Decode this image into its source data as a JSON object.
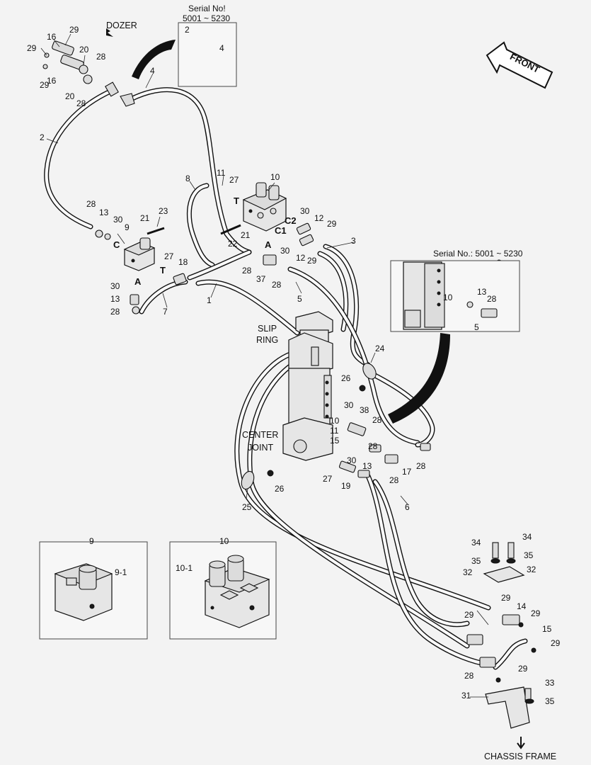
{
  "captions": {
    "dozer": "DOZER",
    "front": "FRONT",
    "slip_ring": [
      "SLIP",
      "RING"
    ],
    "center_joint": [
      "CENTER",
      "JOINT"
    ],
    "chassis_frame": "CHASSIS FRAME"
  },
  "insets": {
    "serial_top": [
      "Serial No!",
      "5001 ~ 5230"
    ],
    "serial_right": "Serial No.: 5001 ~ 5230",
    "detail_9": "9",
    "detail_9_part": "9-1",
    "detail_10": "10",
    "detail_10_part": "10-1"
  },
  "port_labels": [
    "C",
    "T",
    "A",
    "T",
    "C2",
    "C1",
    "A"
  ],
  "part_numbers": [
    "2",
    "4",
    "16",
    "29",
    "29",
    "20",
    "28",
    "16",
    "29",
    "20",
    "28",
    "4",
    "2",
    "8",
    "11",
    "27",
    "10",
    "28",
    "13",
    "30",
    "21",
    "23",
    "9",
    "30",
    "12",
    "29",
    "22",
    "21",
    "30",
    "12",
    "29",
    "3",
    "27",
    "18",
    "28",
    "37",
    "28",
    "30",
    "13",
    "28",
    "7",
    "1",
    "5",
    "10",
    "13",
    "28",
    "5",
    "24",
    "26",
    "30",
    "38",
    "28",
    "10",
    "11",
    "15",
    "30",
    "28",
    "13",
    "17",
    "28",
    "27",
    "19",
    "28",
    "26",
    "25",
    "6",
    "34",
    "34",
    "35",
    "35",
    "32",
    "32",
    "29",
    "14",
    "29",
    "29",
    "15",
    "29",
    "28",
    "29",
    "33",
    "31",
    "35"
  ]
}
